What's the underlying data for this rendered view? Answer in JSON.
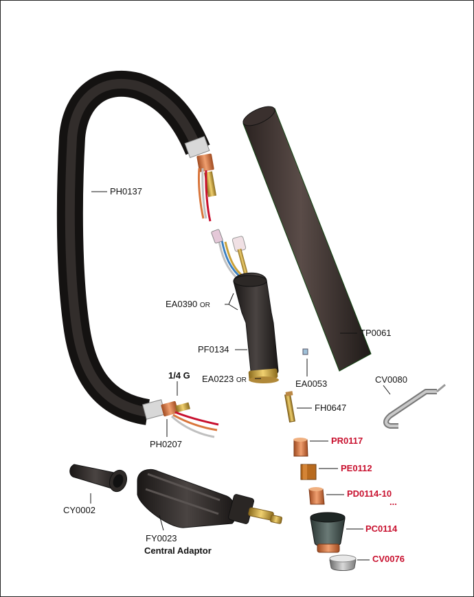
{
  "labels": {
    "ph0137": "PH0137",
    "ea0390": "EA0390",
    "ea0390_or": "OR",
    "pf0134": "PF0134",
    "ea0223": "EA0223",
    "ea0223_or": "OR",
    "ea0053": "EA0053",
    "tp0061": "TP0061",
    "cv0080": "CV0080",
    "quarter_g": "1/4 G",
    "ph0207": "PH0207",
    "fh0647": "FH0647",
    "pr0117": "PR0117",
    "pe0112": "PE0112",
    "pd0114": "PD0114-10",
    "pd0114_dots": "...",
    "pc0114": "PC0114",
    "cv0076": "CV0076",
    "cy0002": "CY0002",
    "fy0023": "FY0023",
    "central_adaptor": "Central Adaptor"
  },
  "colors": {
    "highlight_label": "#c8102e",
    "hose": "#2a2524",
    "brass": "#c9a13a",
    "copper": "#d9763c"
  }
}
